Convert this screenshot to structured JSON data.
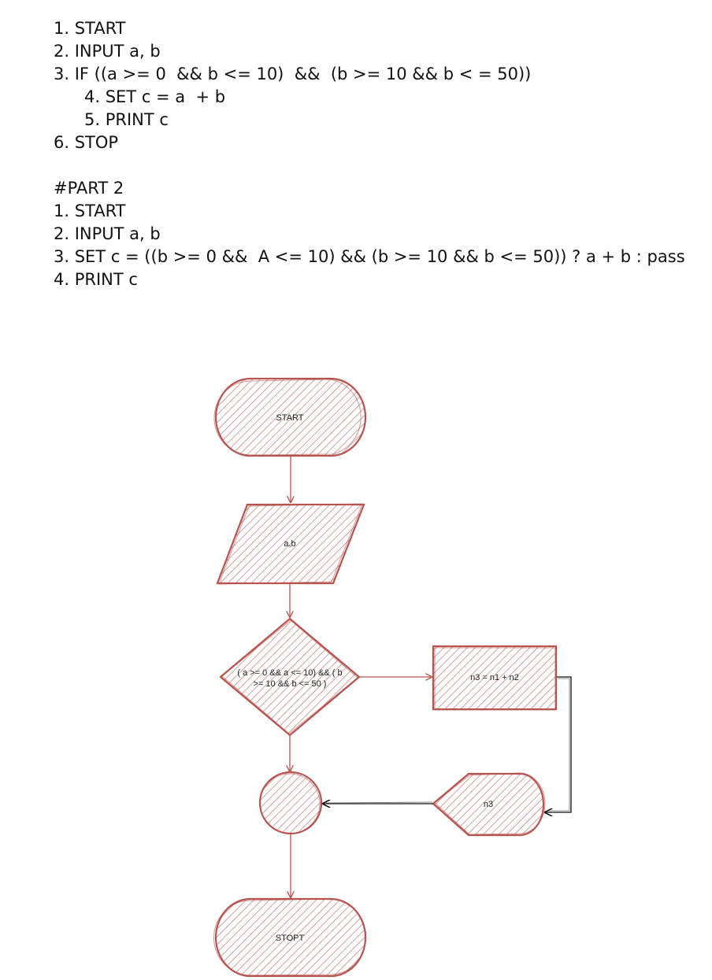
{
  "pseudocode": {
    "part1": [
      {
        "text": "1. START",
        "indent": false
      },
      {
        "text": "2. INPUT a, b",
        "indent": false
      },
      {
        "text": "3. IF ((a >= 0  && b <= 10)  &&  (b >= 10 && b < = 50))",
        "indent": false
      },
      {
        "text": "4. SET c = a  + b",
        "indent": true
      },
      {
        "text": "5. PRINT c",
        "indent": true
      },
      {
        "text": "6. STOP",
        "indent": false
      }
    ],
    "part2_heading": "#PART 2",
    "part2": [
      {
        "text": "1. START",
        "indent": false
      },
      {
        "text": "2. INPUT a, b",
        "indent": false
      },
      {
        "text": "3. SET c = ((b >= 0 &&  A <= 10) && (b >= 10 && b <= 50)) ? a + b : pass",
        "indent": false
      },
      {
        "text": "4. PRINT c",
        "indent": false
      }
    ]
  },
  "flowchart": {
    "start_label": "START",
    "input_label": "a,b",
    "decision_label_line1": "( a >= 0 && a <= 10) && ( b",
    "decision_label_line2": ">= 10 && b <= 50 )",
    "process_label": "n3 = n1 + n2",
    "output_label": "n3",
    "connector_label": "",
    "stop_label": "STOPT",
    "colors": {
      "stroke": "#b85450",
      "hatch": "#c98a87",
      "text": "#222222"
    }
  }
}
